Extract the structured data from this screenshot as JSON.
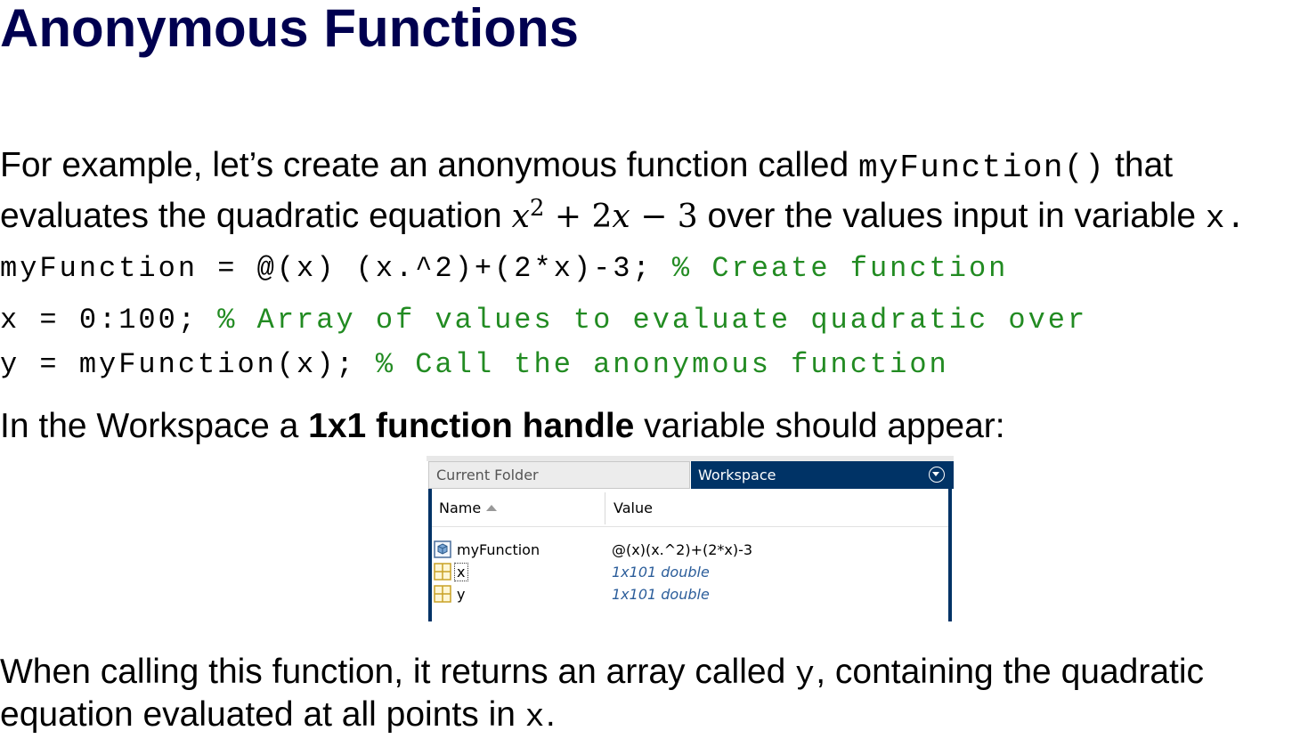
{
  "title": "Anonymous Functions",
  "intro": {
    "text1": "For example, let’s create an anonymous function called",
    "func_name": "myFunction()",
    "text2": "that",
    "text3": "evaluates the quadratic equation",
    "eq_x": "x",
    "eq_exp": "2",
    "eq_rest": "+ 2",
    "eq_x2": "x",
    "eq_tail": "− 3",
    "text4": "over the values input in variable",
    "var_x": "x."
  },
  "code": [
    {
      "code": "myFunction = @(x) (x.^2)+(2*x)-3; ",
      "comment": "% Create function"
    },
    {
      "code": "x = 0:100; ",
      "comment": "% Array of values to evaluate quadratic over"
    },
    {
      "code": "y = myFunction(x); ",
      "comment": "% Call the anonymous function"
    }
  ],
  "workspace_text": {
    "before": "In the Workspace a ",
    "bold": "1x1 function handle",
    "after": " variable should appear:"
  },
  "workspace_panel": {
    "tab_current_folder": "Current Folder",
    "tab_workspace": "Workspace",
    "header_name": "Name",
    "header_value": "Value",
    "rows": [
      {
        "name": "myFunction",
        "value": "@(x)(x.^2)+(2*x)-3",
        "icon": "function-handle-icon"
      },
      {
        "name": "x",
        "value": "1x101 double",
        "icon": "matrix-icon"
      },
      {
        "name": "y",
        "value": "1x101 double",
        "icon": "matrix-icon"
      }
    ]
  },
  "closing": {
    "text1": "When calling this function, it returns an array called",
    "var_y": "y",
    "text2": ", containing the quadratic",
    "text3": "equation evaluated at all points in",
    "var_x": "x",
    "text4": "."
  },
  "colors": {
    "title": "#000050",
    "comment": "#228b22",
    "workspace_tab": "#003366"
  }
}
